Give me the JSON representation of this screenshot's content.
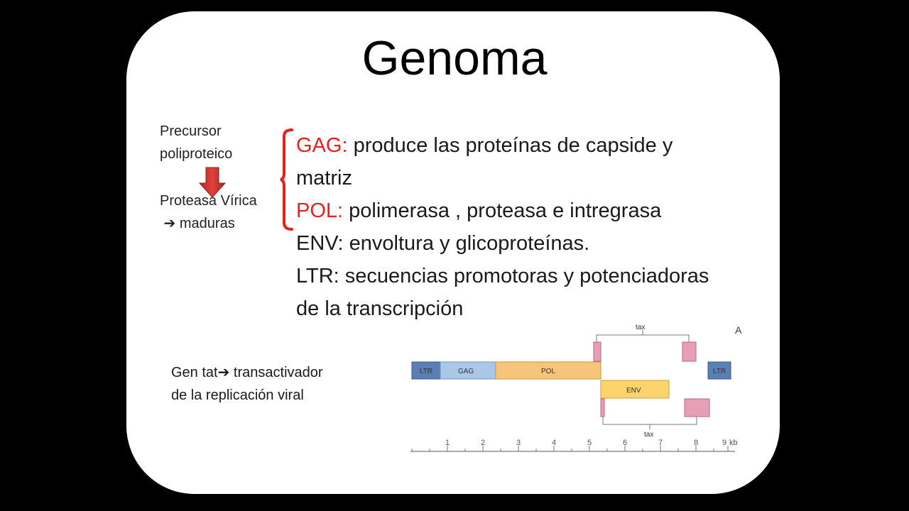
{
  "slide": {
    "title": "Genoma",
    "left_note": {
      "precursor": "Precursor",
      "poliproteico": "poliproteico",
      "proteasa": "Proteasa Vírica",
      "maduras": "maduras"
    },
    "genes": [
      {
        "key": "GAG:",
        "text": " produce las proteínas de capside  y"
      },
      {
        "key": "",
        "text": "matriz"
      },
      {
        "key": "POL:",
        "text": " polimerasa , proteasa  e intregrasa"
      },
      {
        "key": "",
        "text": "ENV: envoltura y glicoproteínas."
      },
      {
        "key": "",
        "text": "LTR: secuencias promotoras y potenciadoras"
      },
      {
        "key": "",
        "text": "de la transcripción"
      }
    ],
    "tat_note": {
      "line1_a": "Gen tat",
      "line1_b": " transactivador",
      "line2": "de la replicación viral"
    },
    "colors": {
      "red": "#e8211d",
      "ltr": "#5b7fb5",
      "gag": "#a9c8e8",
      "pol": "#f6c57a",
      "env": "#fdd36b",
      "tat": "#e89fb5"
    }
  },
  "genome_map": {
    "panel_label": "A",
    "tax_top": "tax",
    "tax_bottom": "tax",
    "segments": {
      "ltr_left": "LTR",
      "gag": "GAG",
      "pol": "POL",
      "env": "ENV",
      "ltr_right": "LTR"
    },
    "scale_ticks": [
      "1",
      "2",
      "3",
      "4",
      "5",
      "6",
      "7",
      "8",
      "9"
    ],
    "scale_unit": "kb"
  }
}
